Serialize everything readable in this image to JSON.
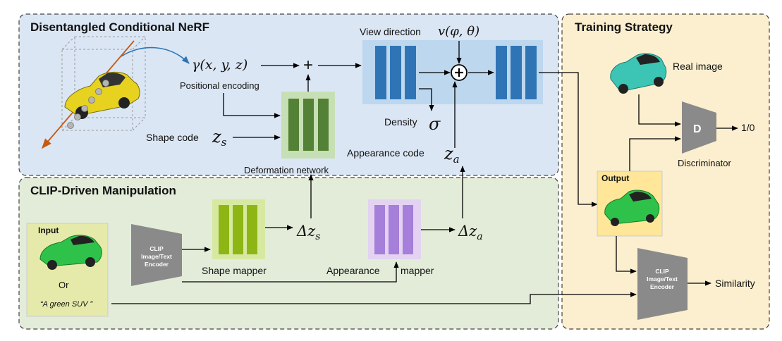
{
  "sections": {
    "nerf_title": "Disentangled Conditional NeRF",
    "clip_title": "CLIP-Driven Manipulation",
    "training_title": "Training Strategy"
  },
  "labels": {
    "view_direction": "View direction",
    "view_direction_math": "v(φ, θ)",
    "gamma_math": "γ(x, y, z)",
    "plus_symbol": "+",
    "positional_encoding": "Positional encoding",
    "shape_code": "Shape code",
    "shape_code_math": "zs",
    "deformation_network": "Deformation network",
    "density": "Density",
    "density_math": "σ",
    "appearance_code": "Appearance code",
    "appearance_code_math": "za",
    "delta_zs": "Δzs",
    "delta_za": "Δza",
    "shape_mapper": "Shape mapper",
    "appearance_mapper": "Appearance",
    "mapper_word": "mapper",
    "input": "Input",
    "or_word": "Or",
    "text_prompt": "“A green SUV ”",
    "clip_encoder_line1": "CLIP",
    "clip_encoder_line2": "Image/Text",
    "clip_encoder_line3": "Encoder",
    "real_image": "Real image",
    "discriminator_letter": "D",
    "discriminator": "Discriminator",
    "disc_output": "1/0",
    "output": "Output",
    "similarity": "Similarity"
  },
  "colors": {
    "nerf_bg": "#dbe6f4",
    "clip_bg": "#e3ecd9",
    "training_bg": "#fcefcf",
    "blue_block": "#2f75b5",
    "dark_green_block": "#538135",
    "lime_block": "#8db615",
    "purple_block": "#a57fd9",
    "encoder_gray": "#8a8a8a",
    "car_yellow": "#e6d21f",
    "car_green": "#2ec24a",
    "car_teal": "#3cc5b5"
  }
}
